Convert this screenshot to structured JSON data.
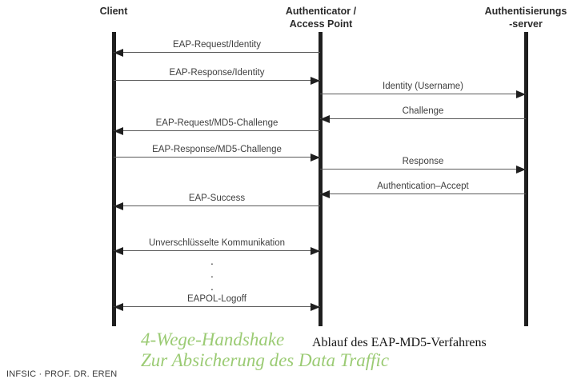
{
  "diagram": {
    "title": "Ablauf des EAP-MD5-Verfahrens",
    "actors": [
      {
        "id": "client",
        "label": "Client"
      },
      {
        "id": "authenticator",
        "label": "Authenticator /\nAccess Point"
      },
      {
        "id": "auth_server",
        "label": "Authentisierungs\n-server"
      }
    ],
    "messages": [
      {
        "label": "EAP-Request/Identity",
        "from": "authenticator",
        "to": "client",
        "direction": "left"
      },
      {
        "label": "EAP-Response/Identity",
        "from": "client",
        "to": "authenticator",
        "direction": "right"
      },
      {
        "label": "Identity (Username)",
        "from": "authenticator",
        "to": "auth_server",
        "direction": "right"
      },
      {
        "label": "Challenge",
        "from": "auth_server",
        "to": "authenticator",
        "direction": "left"
      },
      {
        "label": "EAP-Request/MD5-Challenge",
        "from": "authenticator",
        "to": "client",
        "direction": "left"
      },
      {
        "label": "EAP-Response/MD5-Challenge",
        "from": "client",
        "to": "authenticator",
        "direction": "right"
      },
      {
        "label": "Response",
        "from": "authenticator",
        "to": "auth_server",
        "direction": "right"
      },
      {
        "label": "Authentication–Accept",
        "from": "auth_server",
        "to": "authenticator",
        "direction": "left"
      },
      {
        "label": "EAP-Success",
        "from": "authenticator",
        "to": "client",
        "direction": "left"
      },
      {
        "label": "Unverschlüsselte Kommunikation",
        "from": "client",
        "to": "authenticator",
        "direction": "both"
      },
      {
        "label": "EAPOL-Logoff",
        "from": "client",
        "to": "authenticator",
        "direction": "both"
      }
    ],
    "continuation_dots": ".\n.\n."
  },
  "captions": {
    "handshake_line1": "4-Wege-Handshake",
    "handshake_line2": "Zur Absicherung des Data Traffic",
    "diagram_caption": "Ablauf des EAP-MD5-Verfahrens"
  },
  "footer": {
    "text": "INFSIC · PROF. DR. EREN"
  },
  "colors": {
    "accent_green": "#9bcb74",
    "line": "#5a5a5a",
    "ink": "#1f1f1f"
  }
}
